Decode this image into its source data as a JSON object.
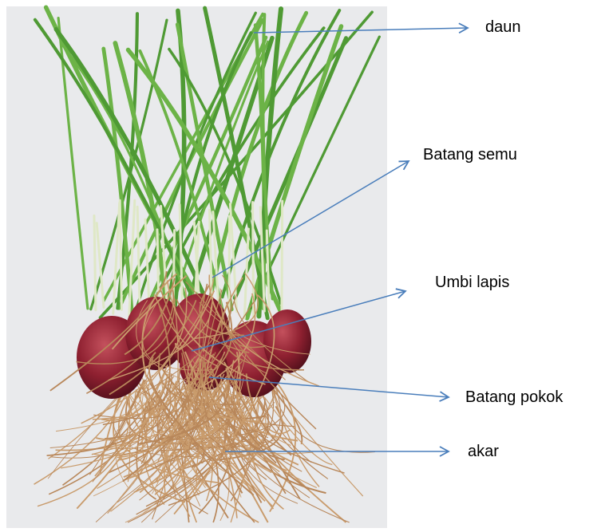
{
  "labels": {
    "daun": "daun",
    "batang_semu": "Batang semu",
    "umbi_lapis": "Umbi lapis",
    "batang_pokok": "Batang pokok",
    "akar": "akar"
  },
  "colors": {
    "arrow": "#4a7ebb",
    "leaf_dark": "#3f8a2c",
    "leaf_light": "#9fcf6a",
    "stem_base": "#e7ecd2",
    "bulb": "#8e2030",
    "bulb_highlight": "#c4515d",
    "root": "#b8875a",
    "background_photo": "#e9eaec"
  },
  "icons": {
    "photo": "shallot-plant-photo",
    "pointer": "arrow-icon"
  }
}
